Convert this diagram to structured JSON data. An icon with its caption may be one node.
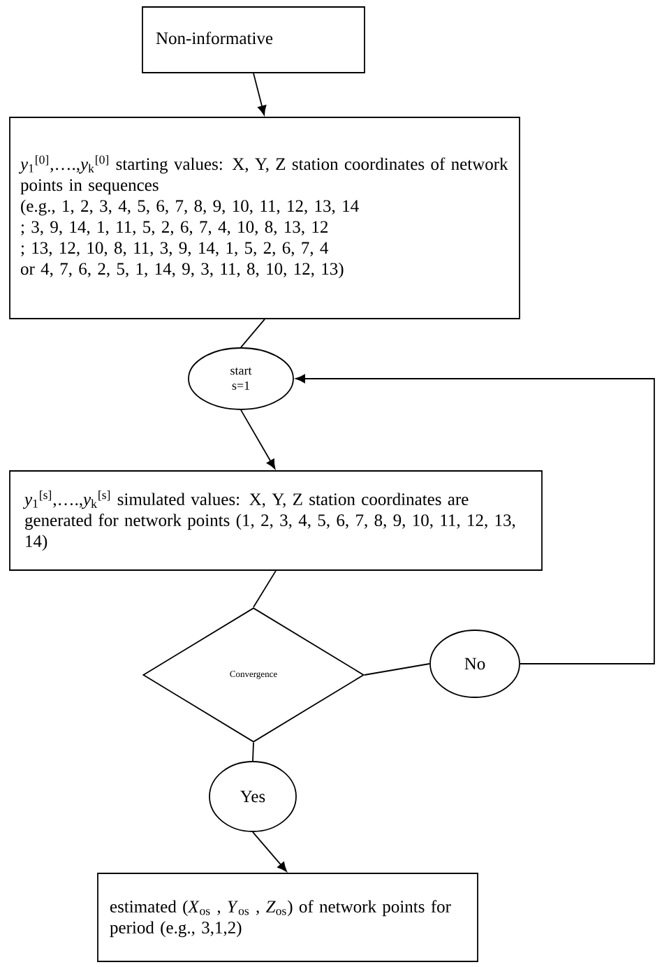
{
  "diagram": {
    "nodes": [
      {
        "text": [
          "Non-informative"
        ]
      },
      {
        "text": [
          "*y*$_{1}$$^{[0]}$,….,*y*$_{k}$$^{[0]}$ starting values:  X, Y, Z station coordinates of network points in sequences",
          "(e.g., 1, 2, 3, 4, 5, 6, 7, 8, 9, 10, 11, 12, 13, 14",
          ";        3, 9, 14, 1, 11, 5, 2, 6, 7, 4, 10, 8, 13, 12",
          ";        13, 12, 10, 8, 11, 3, 9, 14, 1, 5, 2, 6, 7, 4",
          "or        4, 7, 6, 2, 5, 1, 14, 9, 3, 11, 8, 10, 12, 13)"
        ]
      },
      {
        "text": [
          "start",
          "s=1"
        ]
      },
      {
        "text": [
          "*y*$_{1}$$^{[s]}$,….,*y*$_{k}$$^{[s]}$ simulated values: X, Y, Z station coordinates are generated for network points (1, 2, 3, 4, 5, 6, 7, 8, 9, 10, 11, 12, 13, 14)"
        ]
      },
      {
        "text": [
          "Convergence"
        ]
      },
      {
        "text": [
          "No"
        ]
      },
      {
        "text": [
          "Yes"
        ]
      },
      {
        "text": [
          "estimated (*X*$_{os}$ , *Y*$_{os}$ , *Z*$_{os}$) of network points for period (e.g., 3,1,2)"
        ]
      }
    ],
    "edges": [
      {
        "from": 0,
        "to": 1,
        "arrow": "to"
      },
      {
        "from": 1,
        "to": 2,
        "arrow": "none"
      },
      {
        "from": 2,
        "to": 3,
        "arrow": "to"
      },
      {
        "from": 3,
        "to": 4,
        "arrow": "none"
      },
      {
        "from": 4,
        "to": 5,
        "arrow": "none"
      },
      {
        "from": 5,
        "to": 2,
        "arrow": "to"
      },
      {
        "from": 4,
        "to": 6,
        "arrow": "none"
      },
      {
        "from": 6,
        "to": 7,
        "arrow": "to"
      }
    ]
  }
}
